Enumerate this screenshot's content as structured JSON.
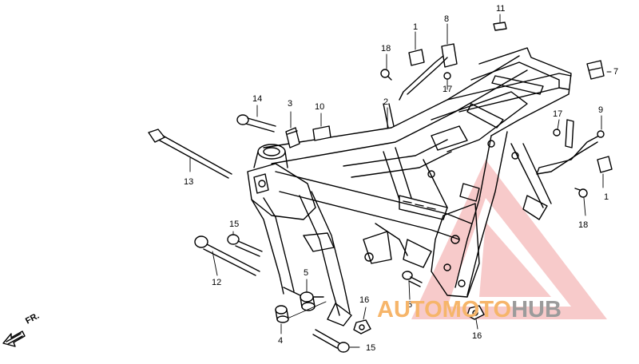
{
  "labels": {
    "p1_top": "1",
    "p1_right": "1",
    "p2": "2",
    "p3": "3",
    "p4": "4",
    "p5": "5",
    "p6": "6",
    "p7": "7",
    "p8": "8",
    "p9": "9",
    "p10": "10",
    "p11": "11",
    "p12": "12",
    "p13": "13",
    "p14": "14",
    "p15_left": "15",
    "p15_bottom": "15",
    "p16_left": "16",
    "p16_right": "16",
    "p17_top": "17",
    "p17_right": "17",
    "p18_top": "18",
    "p18_right": "18"
  },
  "direction": "FR.",
  "watermark": {
    "part_a": "AUTO",
    "part_b": "MOTO",
    "part_c": "HUB",
    "color_main": "#f6b56a",
    "color_hub": "#9b9b9b",
    "logo_color": "#e02020"
  }
}
